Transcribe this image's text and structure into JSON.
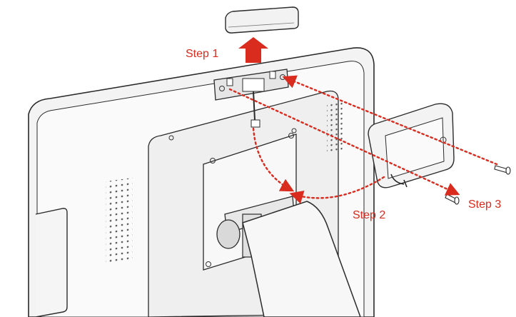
{
  "figure": {
    "steps": [
      {
        "label": "Step 1"
      },
      {
        "label": "Step 2"
      },
      {
        "label": "Step 3"
      }
    ],
    "colors": {
      "annotation": "#d92b1e",
      "outline": "#2b2b2b",
      "panel_fill": "#f4f4f4",
      "panel_shade": "#e3e3e3"
    }
  }
}
